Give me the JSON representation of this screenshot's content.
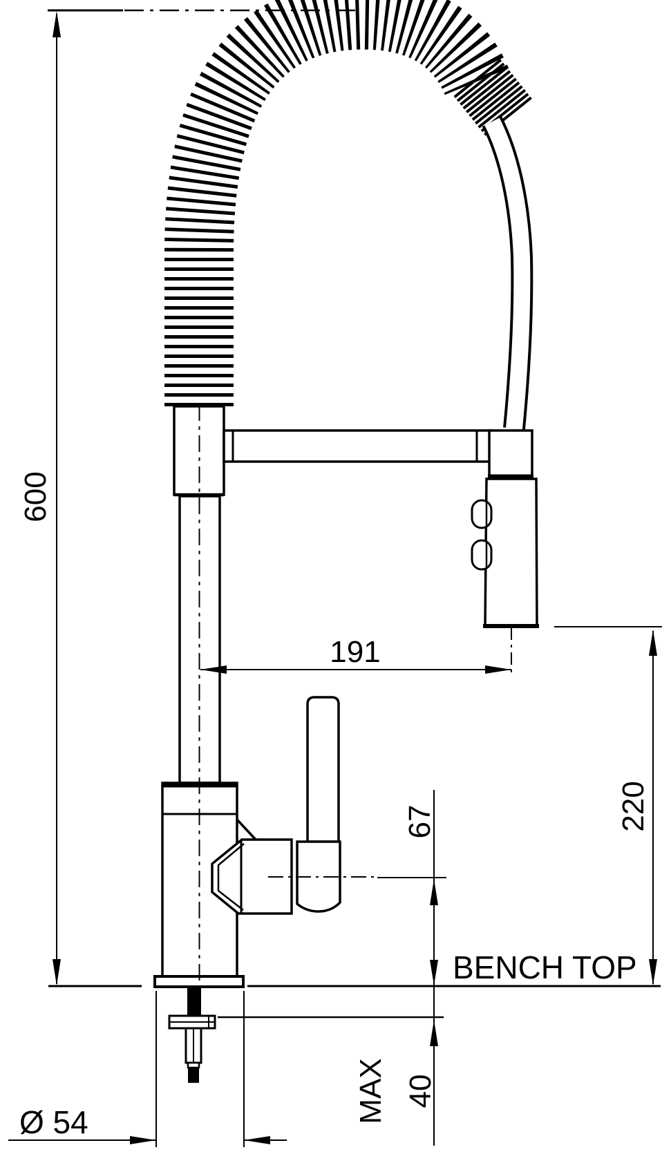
{
  "drawing": {
    "type": "tap-dimension-drawing",
    "dim_overall_height": "600",
    "dim_spout_reach": "191",
    "dim_outlet_to_bench": "220",
    "dim_spout_centre_to_bench": "67",
    "label_bench_top": "BENCH TOP",
    "label_max": "MAX",
    "dim_max_bench_thickness": "40",
    "dim_base_diameter": "Ø 54",
    "line_color": "#000000",
    "background_color": "#ffffff"
  }
}
